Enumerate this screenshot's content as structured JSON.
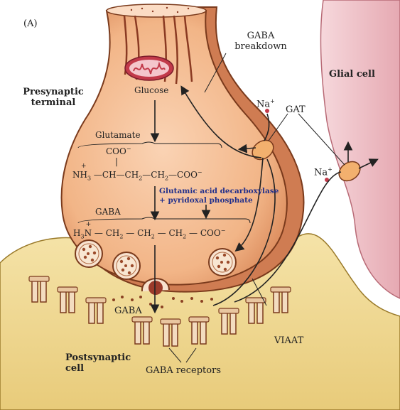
{
  "panel_label": "(A)",
  "labels": {
    "presynaptic_terminal": "Presynaptic\nterminal",
    "glial_cell": "Glial cell",
    "gaba_breakdown": "GABA\nbreakdown",
    "glucose": "Glucose",
    "glutamate": "Glutamate",
    "enzyme_line1": "Glutamic acid decarboxylase",
    "enzyme_line2": "+ pyridoxal phosphate",
    "gaba_top": "GABA",
    "gaba_cleft": "GABA",
    "na_left": "Na",
    "na_right": "Na",
    "na_charge": "+",
    "gat": "GAT",
    "viaat": "VIAAT",
    "postsynaptic_cell": "Postsynaptic\ncell",
    "gaba_receptors": "GABA receptors"
  },
  "chemistry": {
    "glutamate_coo_top": "COO",
    "glutamate_backbone": [
      "NH",
      "CH",
      "CH",
      "CH",
      "COO"
    ],
    "gaba_backbone": [
      "H",
      "N",
      "CH",
      "CH",
      "CH",
      "COO"
    ],
    "subscript_2": "2",
    "subscript_3": "3",
    "plus": "+",
    "minus": "−"
  },
  "colors": {
    "terminal_fill": "#f0b58a",
    "terminal_edge": "#7a3a1c",
    "glia_fill": "#efc7cc",
    "post_fill": "#f1dc9a",
    "enzyme_text": "#23308a",
    "mitochondria": "#c23a4a"
  }
}
